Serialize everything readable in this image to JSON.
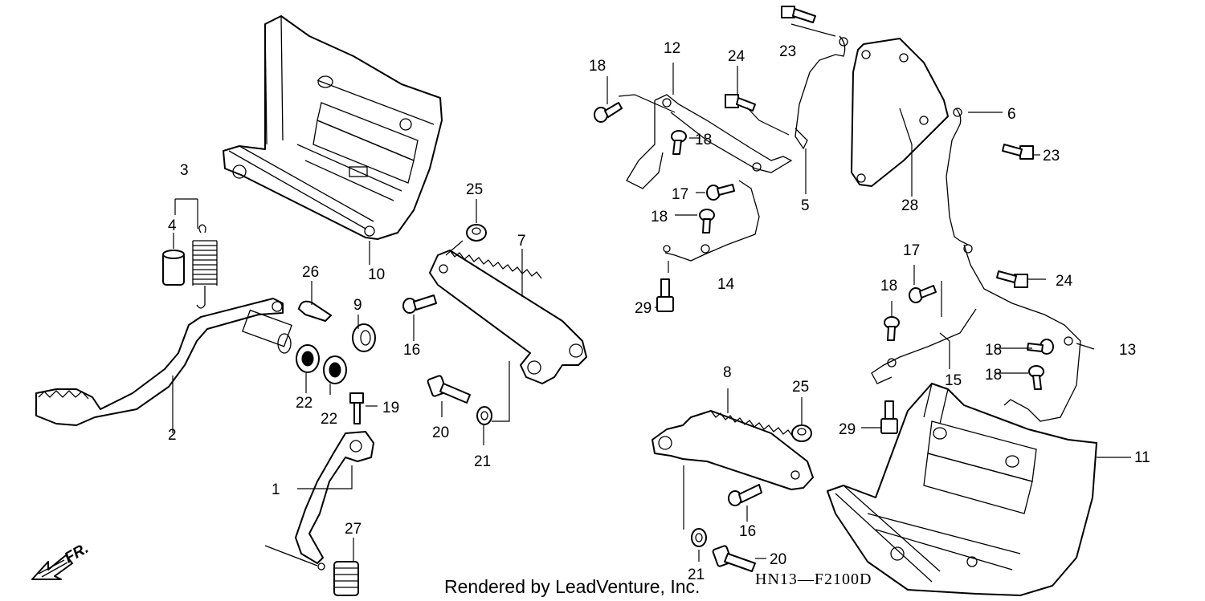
{
  "diagram": {
    "footer_credit": "Rendered by LeadVenture, Inc.",
    "diagram_code": "HN13—F2100D",
    "direction_label": "FR.",
    "callouts": [
      {
        "id": "c1",
        "text": "1"
      },
      {
        "id": "c2",
        "text": "2"
      },
      {
        "id": "c3",
        "text": "3"
      },
      {
        "id": "c4",
        "text": "4"
      },
      {
        "id": "c5",
        "text": "5"
      },
      {
        "id": "c6",
        "text": "6"
      },
      {
        "id": "c7",
        "text": "7"
      },
      {
        "id": "c8",
        "text": "8"
      },
      {
        "id": "c9",
        "text": "9"
      },
      {
        "id": "c10",
        "text": "10"
      },
      {
        "id": "c11",
        "text": "11"
      },
      {
        "id": "c12",
        "text": "12"
      },
      {
        "id": "c13",
        "text": "13"
      },
      {
        "id": "c14",
        "text": "14"
      },
      {
        "id": "c15",
        "text": "15"
      },
      {
        "id": "c16a",
        "text": "16"
      },
      {
        "id": "c16b",
        "text": "16"
      },
      {
        "id": "c17a",
        "text": "17"
      },
      {
        "id": "c17b",
        "text": "17"
      },
      {
        "id": "c18a",
        "text": "18"
      },
      {
        "id": "c18b",
        "text": "18"
      },
      {
        "id": "c18c",
        "text": "18"
      },
      {
        "id": "c18d",
        "text": "18"
      },
      {
        "id": "c18e",
        "text": "18"
      },
      {
        "id": "c18f",
        "text": "18"
      },
      {
        "id": "c19",
        "text": "19"
      },
      {
        "id": "c20a",
        "text": "20"
      },
      {
        "id": "c20b",
        "text": "20"
      },
      {
        "id": "c21a",
        "text": "21"
      },
      {
        "id": "c21b",
        "text": "21"
      },
      {
        "id": "c22a",
        "text": "22"
      },
      {
        "id": "c22b",
        "text": "22"
      },
      {
        "id": "c23a",
        "text": "23"
      },
      {
        "id": "c23b",
        "text": "23"
      },
      {
        "id": "c24a",
        "text": "24"
      },
      {
        "id": "c24b",
        "text": "24"
      },
      {
        "id": "c25a",
        "text": "25"
      },
      {
        "id": "c25b",
        "text": "25"
      },
      {
        "id": "c26",
        "text": "26"
      },
      {
        "id": "c27",
        "text": "27"
      },
      {
        "id": "c28",
        "text": "28"
      },
      {
        "id": "c29a",
        "text": "29"
      },
      {
        "id": "c29b",
        "text": "29"
      }
    ]
  }
}
